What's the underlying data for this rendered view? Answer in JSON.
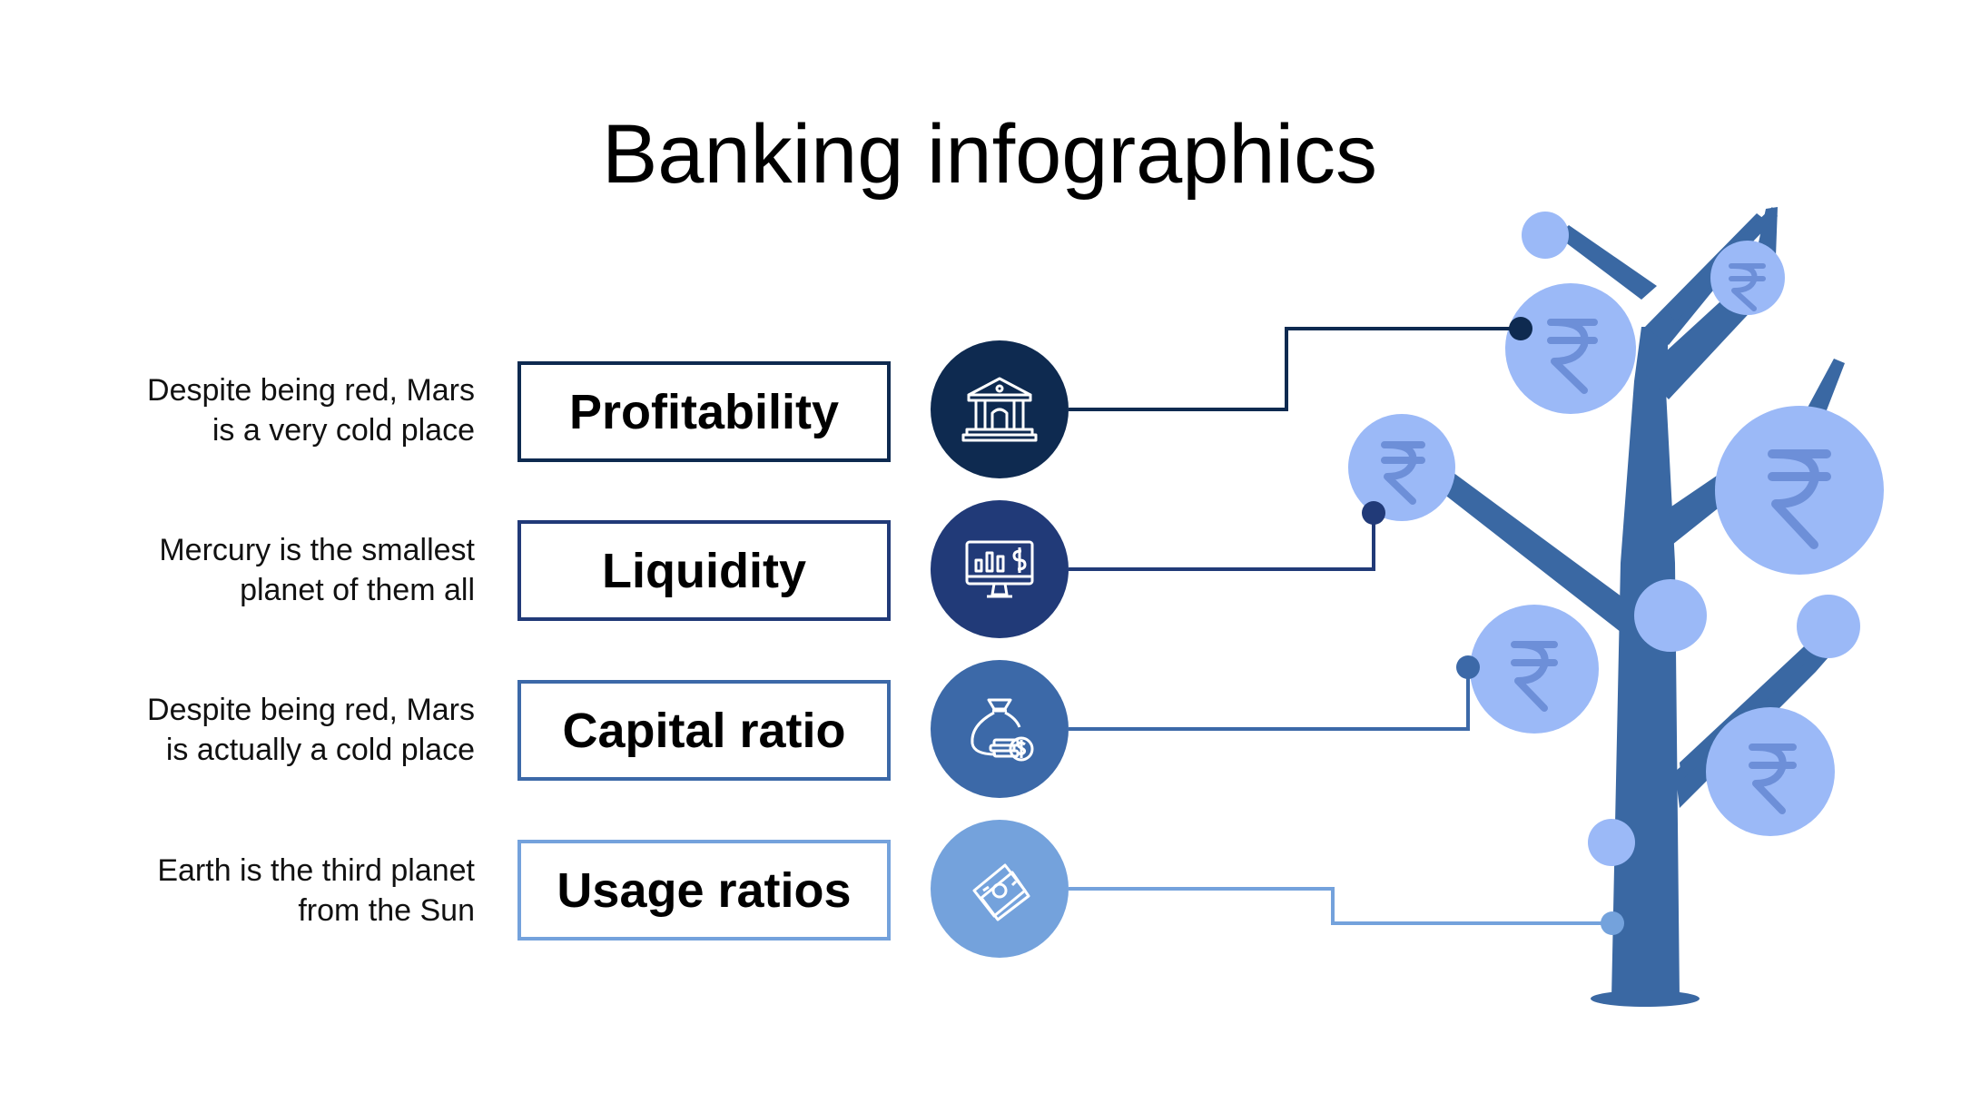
{
  "title": "Banking infographics",
  "colors": {
    "navy": "#0e2a50",
    "dark_blue": "#213a78",
    "mid_blue": "#3c69a8",
    "light_blue": "#74a2dc",
    "trunk": "#3a68a3",
    "coin": "#9bb9f7",
    "coin_symbol": "#6d8fd8"
  },
  "items": [
    {
      "label": "Profitability",
      "description_line1": "Despite being red, Mars",
      "description_line2": "is a very cold place",
      "icon": "bank-icon",
      "color": "#0e2a50"
    },
    {
      "label": "Liquidity",
      "description_line1": "Mercury is the smallest",
      "description_line2": "planet of them all",
      "icon": "monitor-chart-icon",
      "color": "#213a78"
    },
    {
      "label": "Capital ratio",
      "description_line1": "Despite being red, Mars",
      "description_line2": "is actually a cold place",
      "icon": "money-bag-icon",
      "color": "#3c69a8"
    },
    {
      "label": "Usage ratios",
      "description_line1": "Earth is the third planet",
      "description_line2": "from the Sun",
      "icon": "cash-icon",
      "color": "#74a2dc"
    }
  ],
  "tree": {
    "coin_symbol": "₹",
    "icon": "money-tree-icon"
  }
}
